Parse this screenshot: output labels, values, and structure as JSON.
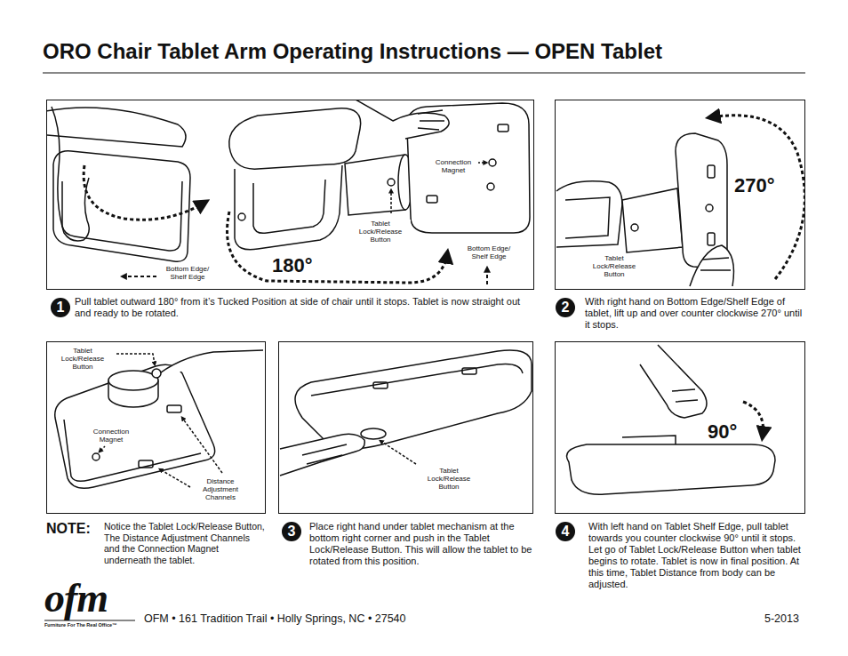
{
  "diagram": {
    "title": "ORO Chair Tablet Arm Operating Instructions — OPEN Tablet",
    "nodes": [
      {
        "text": [
          "Bottom Edge/ Shelf Edge",
          "180°",
          "Tablet Lock/Release Button",
          "Connection Magnet",
          "Bottom Edge/ Shelf Edge"
        ]
      },
      {
        "text": [
          "270°",
          "Tablet Lock/Release Button"
        ]
      },
      {
        "text": [
          "1"
        ]
      },
      {
        "text": [
          "2"
        ]
      },
      {
        "text": [
          "Tablet Lock/Release Button",
          "Connection Magnet",
          "Distance Adjustment Channels"
        ]
      },
      {
        "text": [
          "Tablet Lock/Release Button"
        ]
      },
      {
        "text": [
          "90°"
        ]
      },
      {
        "text": [
          "3"
        ]
      },
      {
        "text": [
          "4"
        ]
      }
    ],
    "labels": [
      "Pull tablet outward 180° from it’s Tucked Position at side of chair until it stops. Tablet is now straight out and ready to be rotated.",
      "With right hand on Bottom Edge/Shelf Edge of tablet, lift up and over counter clockwise 270° until it stops.",
      "NOTE:",
      "Notice the Tablet Lock/Release Button, The Distance Adjustment Channels and the Connection Magnet underneath the tablet.",
      "Place right hand under tablet mechanism at the bottom right corner and push in the Tablet Lock/Release Button. This will allow the tablet to be rotated from this position.",
      "With left hand on Tablet Shelf Edge, pull tablet towards you counter clockwise 90° until it stops. Let go of Tablet Lock/Release Button when tablet begins to rotate. Tablet is now in final position. At this time, Tablet Distance from body can be adjusted.",
      "ofm",
      "Furniture For The Real Office™",
      "OFM • 161 Tradition Trail • Holly Springs, NC • 27540",
      "5-2013"
    ]
  }
}
